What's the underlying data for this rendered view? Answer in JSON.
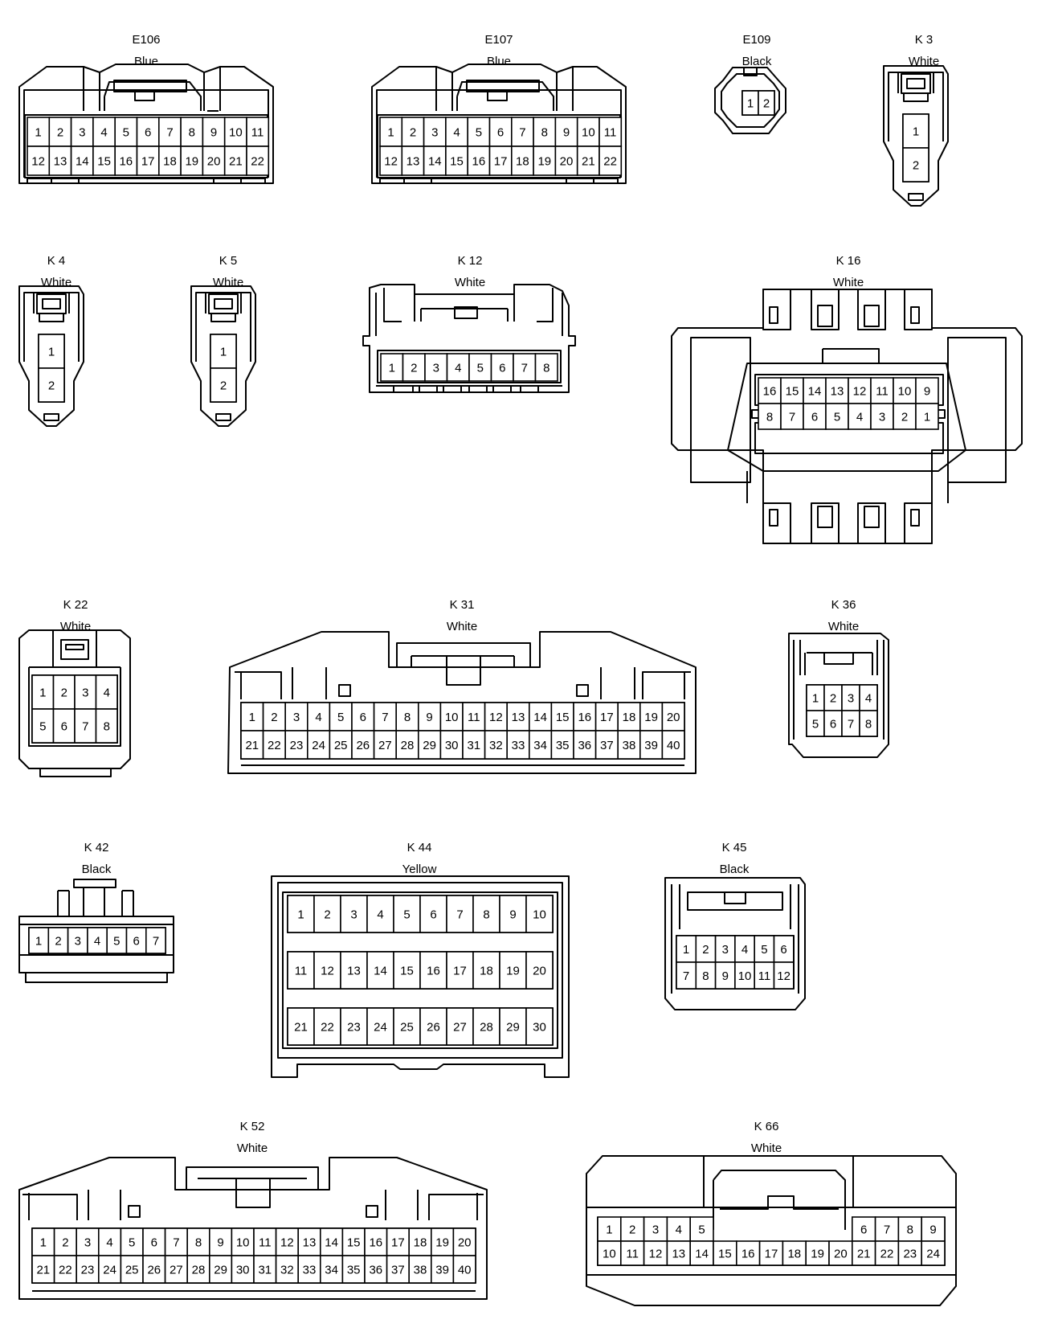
{
  "connectors": [
    {
      "id": "E106",
      "color": "Blue",
      "rows": [
        [
          "1",
          "2",
          "3",
          "4",
          "5",
          "6",
          "7",
          "8",
          "9",
          "10",
          "11"
        ],
        [
          "12",
          "13",
          "14",
          "15",
          "16",
          "17",
          "18",
          "19",
          "20",
          "21",
          "22"
        ]
      ]
    },
    {
      "id": "E107",
      "color": "Blue",
      "rows": [
        [
          "1",
          "2",
          "3",
          "4",
          "5",
          "6",
          "7",
          "8",
          "9",
          "10",
          "11"
        ],
        [
          "12",
          "13",
          "14",
          "15",
          "16",
          "17",
          "18",
          "19",
          "20",
          "21",
          "22"
        ]
      ]
    },
    {
      "id": "E109",
      "color": "Black",
      "rows": [
        [
          "1",
          "2"
        ]
      ]
    },
    {
      "id": "K 3",
      "color": "White",
      "rows": [
        [
          "1"
        ],
        [
          "2"
        ]
      ]
    },
    {
      "id": "K 4",
      "color": "White",
      "rows": [
        [
          "1"
        ],
        [
          "2"
        ]
      ]
    },
    {
      "id": "K 5",
      "color": "White",
      "rows": [
        [
          "1"
        ],
        [
          "2"
        ]
      ]
    },
    {
      "id": "K 12",
      "color": "White",
      "rows": [
        [
          "1",
          "2",
          "3",
          "4",
          "5",
          "6",
          "7",
          "8"
        ]
      ]
    },
    {
      "id": "K 16",
      "color": "White",
      "rows": [
        [
          "16",
          "15",
          "14",
          "13",
          "12",
          "11",
          "10",
          "9"
        ],
        [
          "8",
          "7",
          "6",
          "5",
          "4",
          "3",
          "2",
          "1"
        ]
      ]
    },
    {
      "id": "K 22",
      "color": "White",
      "rows": [
        [
          "1",
          "2",
          "3",
          "4"
        ],
        [
          "5",
          "6",
          "7",
          "8"
        ]
      ]
    },
    {
      "id": "K 31",
      "color": "White",
      "rows": [
        [
          "1",
          "2",
          "3",
          "4",
          "5",
          "6",
          "7",
          "8",
          "9",
          "10",
          "11",
          "12",
          "13",
          "14",
          "15",
          "16",
          "17",
          "18",
          "19",
          "20"
        ],
        [
          "21",
          "22",
          "23",
          "24",
          "25",
          "26",
          "27",
          "28",
          "29",
          "30",
          "31",
          "32",
          "33",
          "34",
          "35",
          "36",
          "37",
          "38",
          "39",
          "40"
        ]
      ]
    },
    {
      "id": "K 36",
      "color": "White",
      "rows": [
        [
          "1",
          "2",
          "3",
          "4"
        ],
        [
          "5",
          "6",
          "7",
          "8"
        ]
      ]
    },
    {
      "id": "K 42",
      "color": "Black",
      "rows": [
        [
          "1",
          "2",
          "3",
          "4",
          "5",
          "6",
          "7"
        ]
      ]
    },
    {
      "id": "K 44",
      "color": "Yellow",
      "rows": [
        [
          "1",
          "2",
          "3",
          "4",
          "5",
          "6",
          "7",
          "8",
          "9",
          "10"
        ],
        [
          "11",
          "12",
          "13",
          "14",
          "15",
          "16",
          "17",
          "18",
          "19",
          "20"
        ],
        [
          "21",
          "22",
          "23",
          "24",
          "25",
          "26",
          "27",
          "28",
          "29",
          "30"
        ]
      ]
    },
    {
      "id": "K 45",
      "color": "Black",
      "rows": [
        [
          "1",
          "2",
          "3",
          "4",
          "5",
          "6"
        ],
        [
          "7",
          "8",
          "9",
          "10",
          "11",
          "12"
        ]
      ]
    },
    {
      "id": "K 52",
      "color": "White",
      "rows": [
        [
          "1",
          "2",
          "3",
          "4",
          "5",
          "6",
          "7",
          "8",
          "9",
          "10",
          "11",
          "12",
          "13",
          "14",
          "15",
          "16",
          "17",
          "18",
          "19",
          "20"
        ],
        [
          "21",
          "22",
          "23",
          "24",
          "25",
          "26",
          "27",
          "28",
          "29",
          "30",
          "31",
          "32",
          "33",
          "34",
          "35",
          "36",
          "37",
          "38",
          "39",
          "40"
        ]
      ]
    },
    {
      "id": "K 66",
      "color": "White",
      "rows": [
        [
          "1",
          "2",
          "3",
          "4",
          "5",
          "",
          "",
          "",
          "",
          "",
          "",
          "6",
          "7",
          "8",
          "9"
        ],
        [
          "10",
          "11",
          "12",
          "13",
          "14",
          "15",
          "16",
          "17",
          "18",
          "19",
          "20",
          "21",
          "22",
          "23",
          "24"
        ]
      ]
    }
  ]
}
